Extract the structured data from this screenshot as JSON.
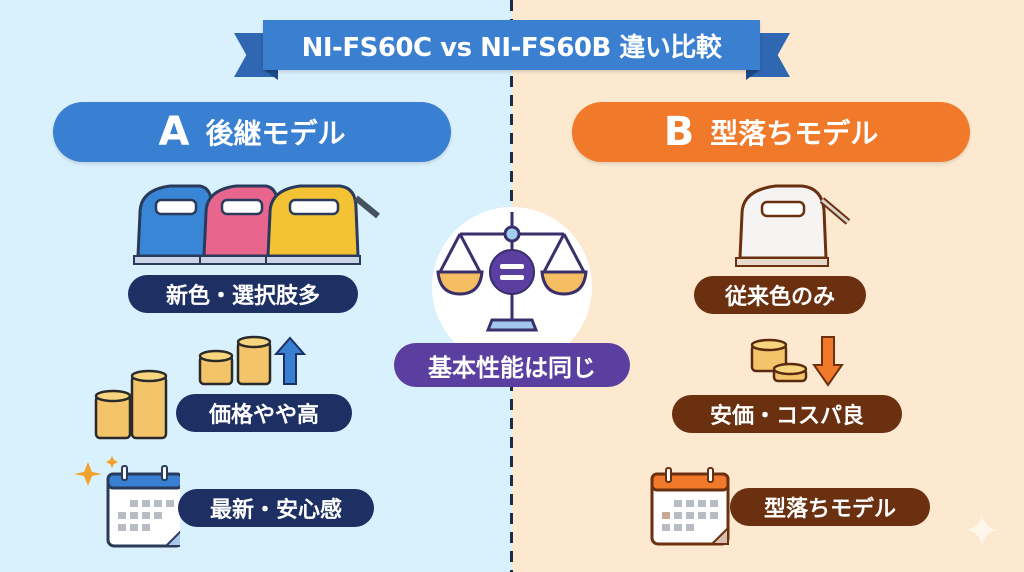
{
  "title": "NI-FS60C vs NI-FS60B 違い比較",
  "colors": {
    "left_bg": "#d9f0fd",
    "right_bg": "#fde9cf",
    "ribbon": "#3b7fd0",
    "a_header": "#3a80d2",
    "b_header": "#f07a2a",
    "navy_pill": "#1d2f63",
    "brown_pill": "#6a3010",
    "center_pill": "#5b3fa0"
  },
  "left": {
    "letter": "A",
    "header": "後継モデル",
    "items": [
      {
        "icon": "colorful-irons-icon",
        "label": "新色・選択肢多"
      },
      {
        "icon": "coins-up-arrow-icon",
        "label": "価格やや高"
      },
      {
        "icon": "calendar-sparkle-icon",
        "label": "最新・安心感"
      }
    ]
  },
  "right": {
    "letter": "B",
    "header": "型落ちモデル",
    "items": [
      {
        "icon": "white-iron-icon",
        "label": "従来色のみ"
      },
      {
        "icon": "coins-down-arrow-icon",
        "label": "安価・コスパ良"
      },
      {
        "icon": "calendar-icon",
        "label": "型落ちモデル"
      }
    ]
  },
  "center": {
    "icon": "balance-scale-equal-icon",
    "label": "基本性能は同じ"
  }
}
